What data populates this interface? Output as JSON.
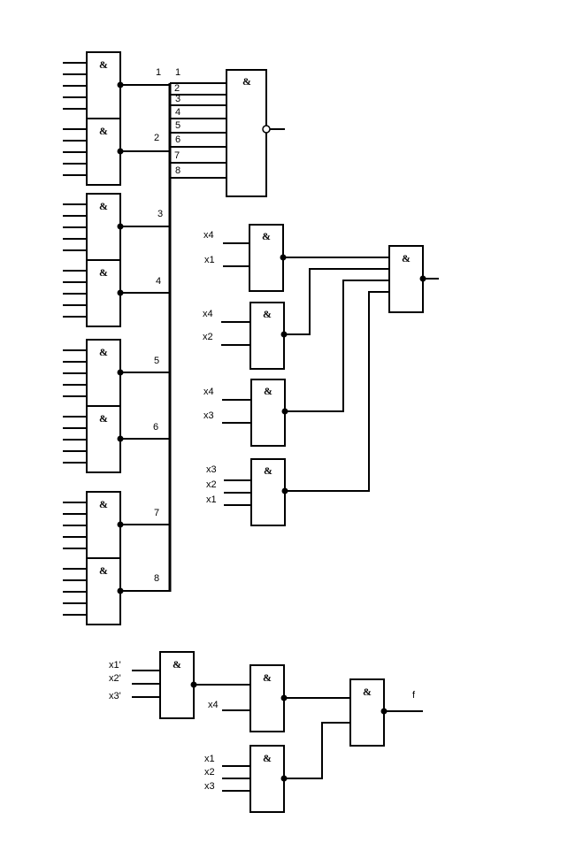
{
  "gate_symbol": "&",
  "bus_labels": [
    "1",
    "2",
    "3",
    "4",
    "5",
    "6",
    "7",
    "8"
  ],
  "nand_input_labels": [
    "1",
    "2",
    "3",
    "4",
    "5",
    "6",
    "7",
    "8"
  ],
  "mid_gates": [
    {
      "inputs": [
        "x4",
        "x1"
      ]
    },
    {
      "inputs": [
        "x4",
        "x2"
      ]
    },
    {
      "inputs": [
        "x4",
        "x3"
      ]
    },
    {
      "inputs": [
        "x3",
        "x2",
        "x1"
      ]
    }
  ],
  "bottom": {
    "first_gate_inputs": [
      "x1'",
      "x2'",
      "x3'"
    ],
    "second_gate_extra_input": "x4",
    "third_gate_inputs": [
      "x1",
      "x2",
      "x3"
    ],
    "output_label": "f"
  }
}
